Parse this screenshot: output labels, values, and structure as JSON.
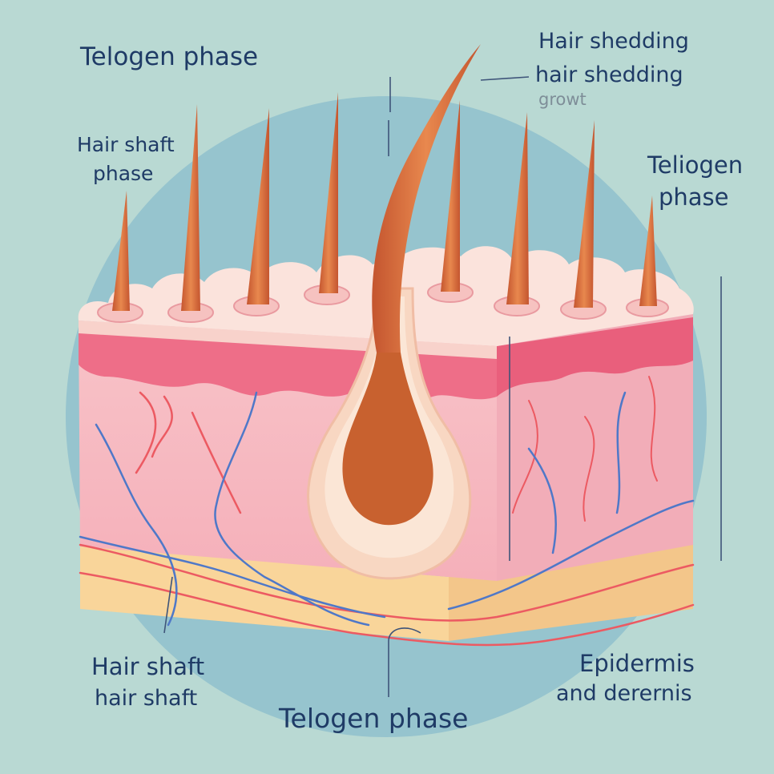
{
  "labels": {
    "telogen_top_left": "Telogen phase",
    "hair_shaft_top_line1": "Hair shaft",
    "hair_shaft_top_line2": "phase",
    "shedding_line1": "Hair shedding",
    "shedding_line2": "hair shedding",
    "shedding_line3": "growt",
    "teliogen_line1": "Teliogen",
    "teliogen_line2": "phase",
    "hair_shaft_bottom_line1": "Hair shaft",
    "hair_shaft_bottom_line2": "hair shaft",
    "telogen_bottom": "Telogen phase",
    "epidermis_line1": "Epidermis",
    "epidermis_line2": "and derernis"
  },
  "colors": {
    "background": "#b9d9d3",
    "circle": "#8fc0cc",
    "epidermis_top": "#fbe3dc",
    "epidermis_band": "#ee6e88",
    "dermis": "#f7bcc3",
    "dermis_side": "#f2adb8",
    "fat_layer": "#f9d59a",
    "hair": "#d9683e",
    "artery": "#ec5a62",
    "vein": "#4f78c8",
    "text": "#1f3b66",
    "faded_text": "#7e8e98"
  }
}
